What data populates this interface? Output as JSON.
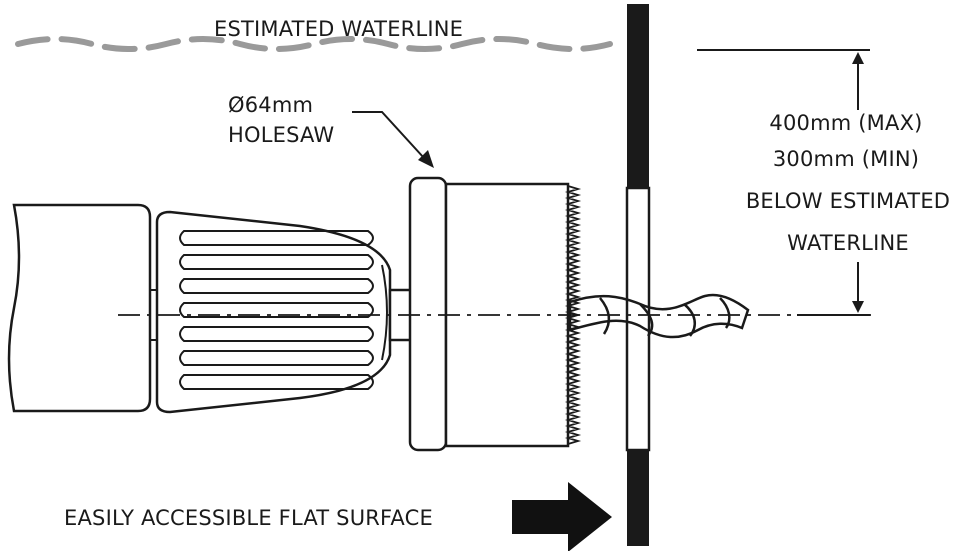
{
  "labels": {
    "waterline": "ESTIMATED WATERLINE",
    "holesaw_line1": "Ø64mm",
    "holesaw_line2": "HOLESAW",
    "depth_max": "400mm (MAX)",
    "depth_min": "300mm (MIN)",
    "depth_ref_line1": "BELOW ESTIMATED",
    "depth_ref_line2": "WATERLINE",
    "surface": "EASILY ACCESSIBLE FLAT SURFACE"
  },
  "colors": {
    "ink": "#1a1a1a",
    "waterline": "#9a9a9a",
    "background": "#ffffff"
  }
}
